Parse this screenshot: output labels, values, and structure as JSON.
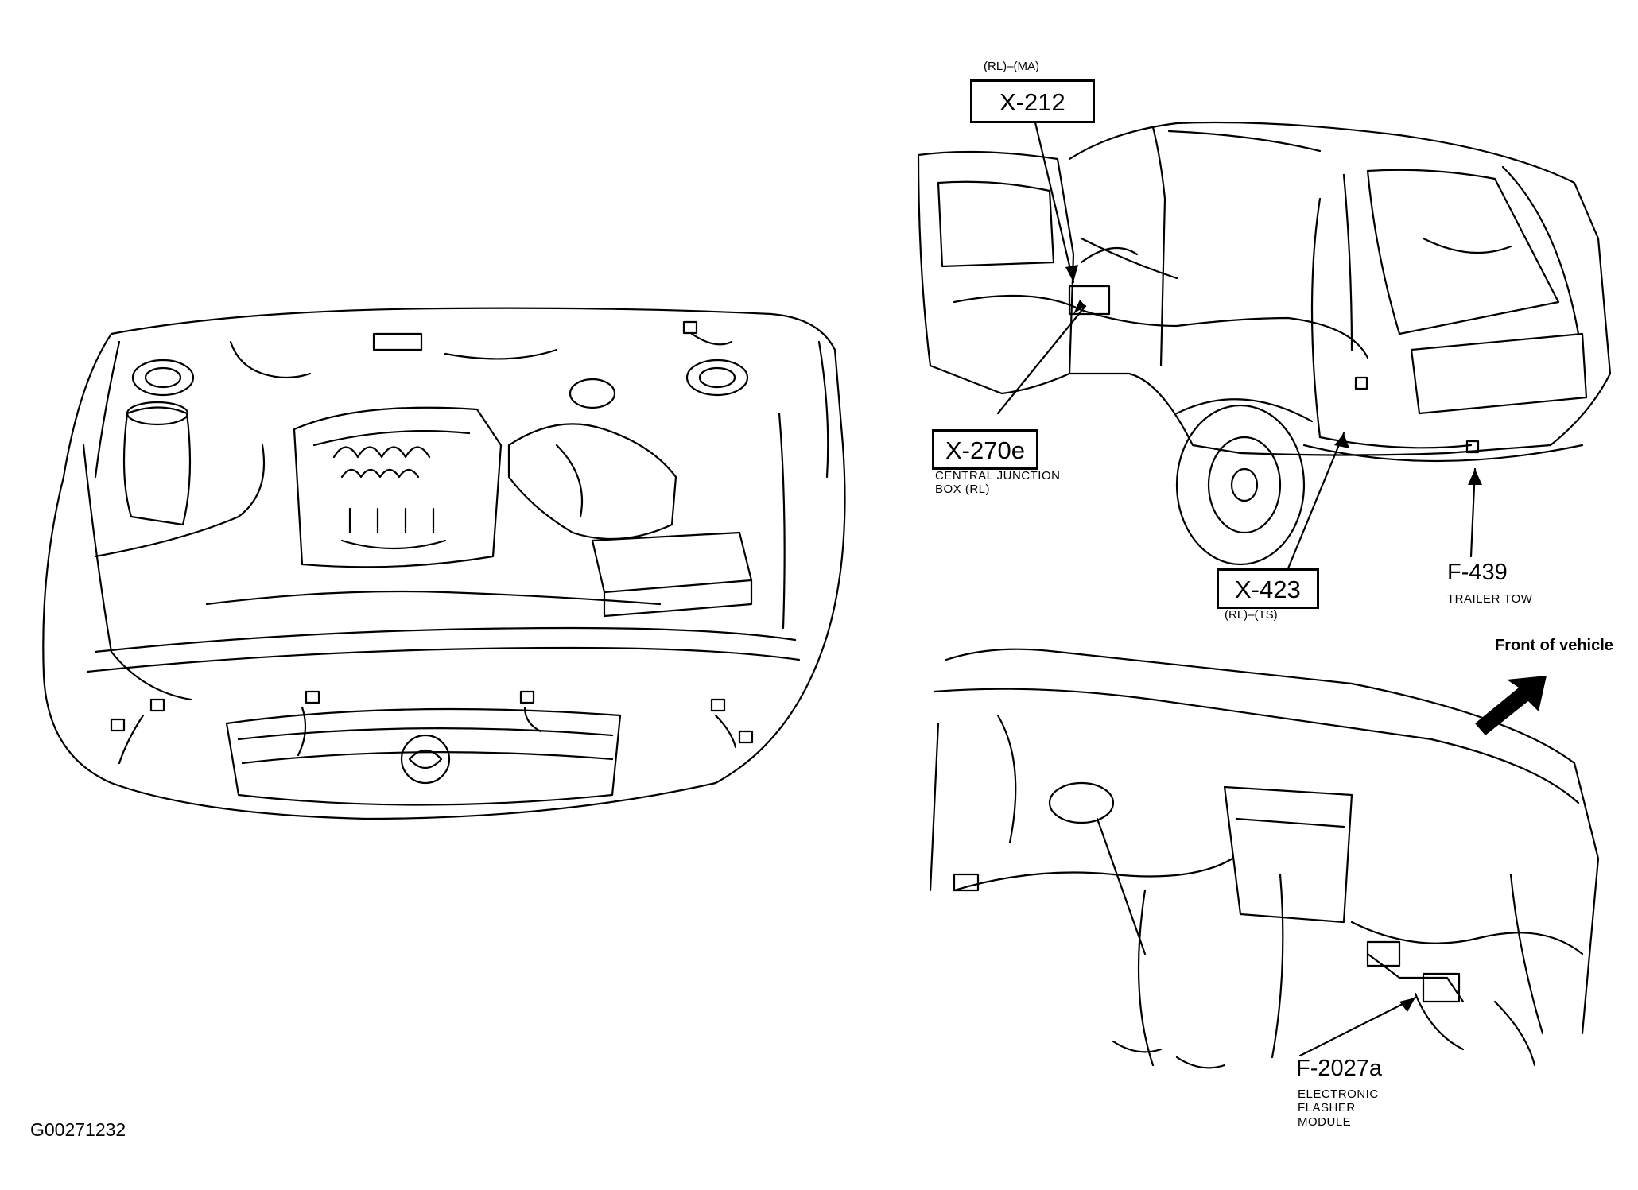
{
  "figure_id": "G00271232",
  "callouts": {
    "x212": {
      "code": "X-212",
      "qualifier": "(RL)–(MA)"
    },
    "x270e": {
      "code": "X-270e",
      "description_line1": "CENTRAL JUNCTION",
      "description_line2": "BOX (RL)"
    },
    "x423": {
      "code": "X-423",
      "qualifier": "(RL)–(TS)"
    },
    "f439": {
      "code": "F-439",
      "description": "TRAILER TOW"
    },
    "f2027a": {
      "code": "F-2027a",
      "description_line1": "ELECTRONIC",
      "description_line2": "FLASHER",
      "description_line3": "MODULE"
    }
  },
  "direction_label": "Front of vehicle"
}
